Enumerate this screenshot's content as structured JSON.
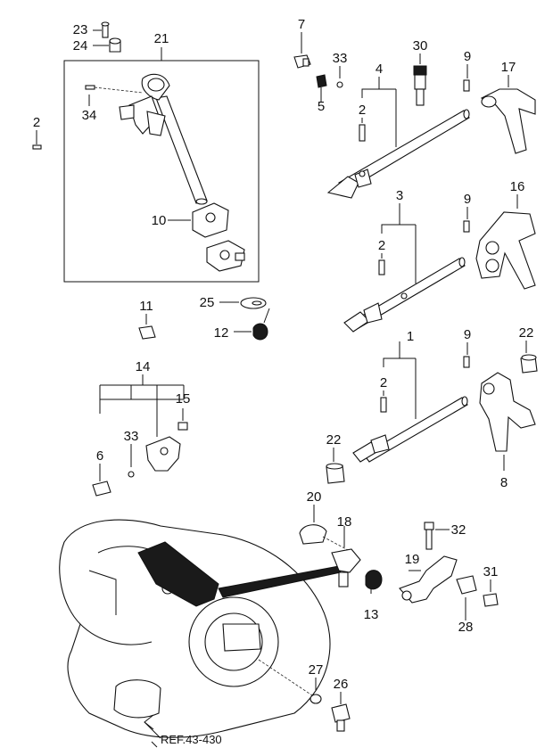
{
  "callouts": [
    {
      "id": "1",
      "label": "1"
    },
    {
      "id": "2a",
      "label": "2"
    },
    {
      "id": "2b",
      "label": "2"
    },
    {
      "id": "2c",
      "label": "2"
    },
    {
      "id": "2d",
      "label": "2"
    },
    {
      "id": "3",
      "label": "3"
    },
    {
      "id": "4",
      "label": "4"
    },
    {
      "id": "5",
      "label": "5"
    },
    {
      "id": "6",
      "label": "6"
    },
    {
      "id": "7",
      "label": "7"
    },
    {
      "id": "8",
      "label": "8"
    },
    {
      "id": "9a",
      "label": "9"
    },
    {
      "id": "9b",
      "label": "9"
    },
    {
      "id": "9c",
      "label": "9"
    },
    {
      "id": "10",
      "label": "10"
    },
    {
      "id": "11",
      "label": "11"
    },
    {
      "id": "12",
      "label": "12"
    },
    {
      "id": "13",
      "label": "13"
    },
    {
      "id": "14",
      "label": "14"
    },
    {
      "id": "15",
      "label": "15"
    },
    {
      "id": "16",
      "label": "16"
    },
    {
      "id": "17",
      "label": "17"
    },
    {
      "id": "18",
      "label": "18"
    },
    {
      "id": "19",
      "label": "19"
    },
    {
      "id": "20",
      "label": "20"
    },
    {
      "id": "21",
      "label": "21"
    },
    {
      "id": "22a",
      "label": "22"
    },
    {
      "id": "22b",
      "label": "22"
    },
    {
      "id": "23",
      "label": "23"
    },
    {
      "id": "24",
      "label": "24"
    },
    {
      "id": "25",
      "label": "25"
    },
    {
      "id": "26",
      "label": "26"
    },
    {
      "id": "27",
      "label": "27"
    },
    {
      "id": "28",
      "label": "28"
    },
    {
      "id": "30",
      "label": "30"
    },
    {
      "id": "31",
      "label": "31"
    },
    {
      "id": "32",
      "label": "32"
    },
    {
      "id": "33a",
      "label": "33"
    },
    {
      "id": "33b",
      "label": "33"
    },
    {
      "id": "34",
      "label": "34"
    }
  ],
  "reference": {
    "label": "REF.43-430"
  },
  "colors": {
    "line": "#111111",
    "background": "#ffffff"
  }
}
